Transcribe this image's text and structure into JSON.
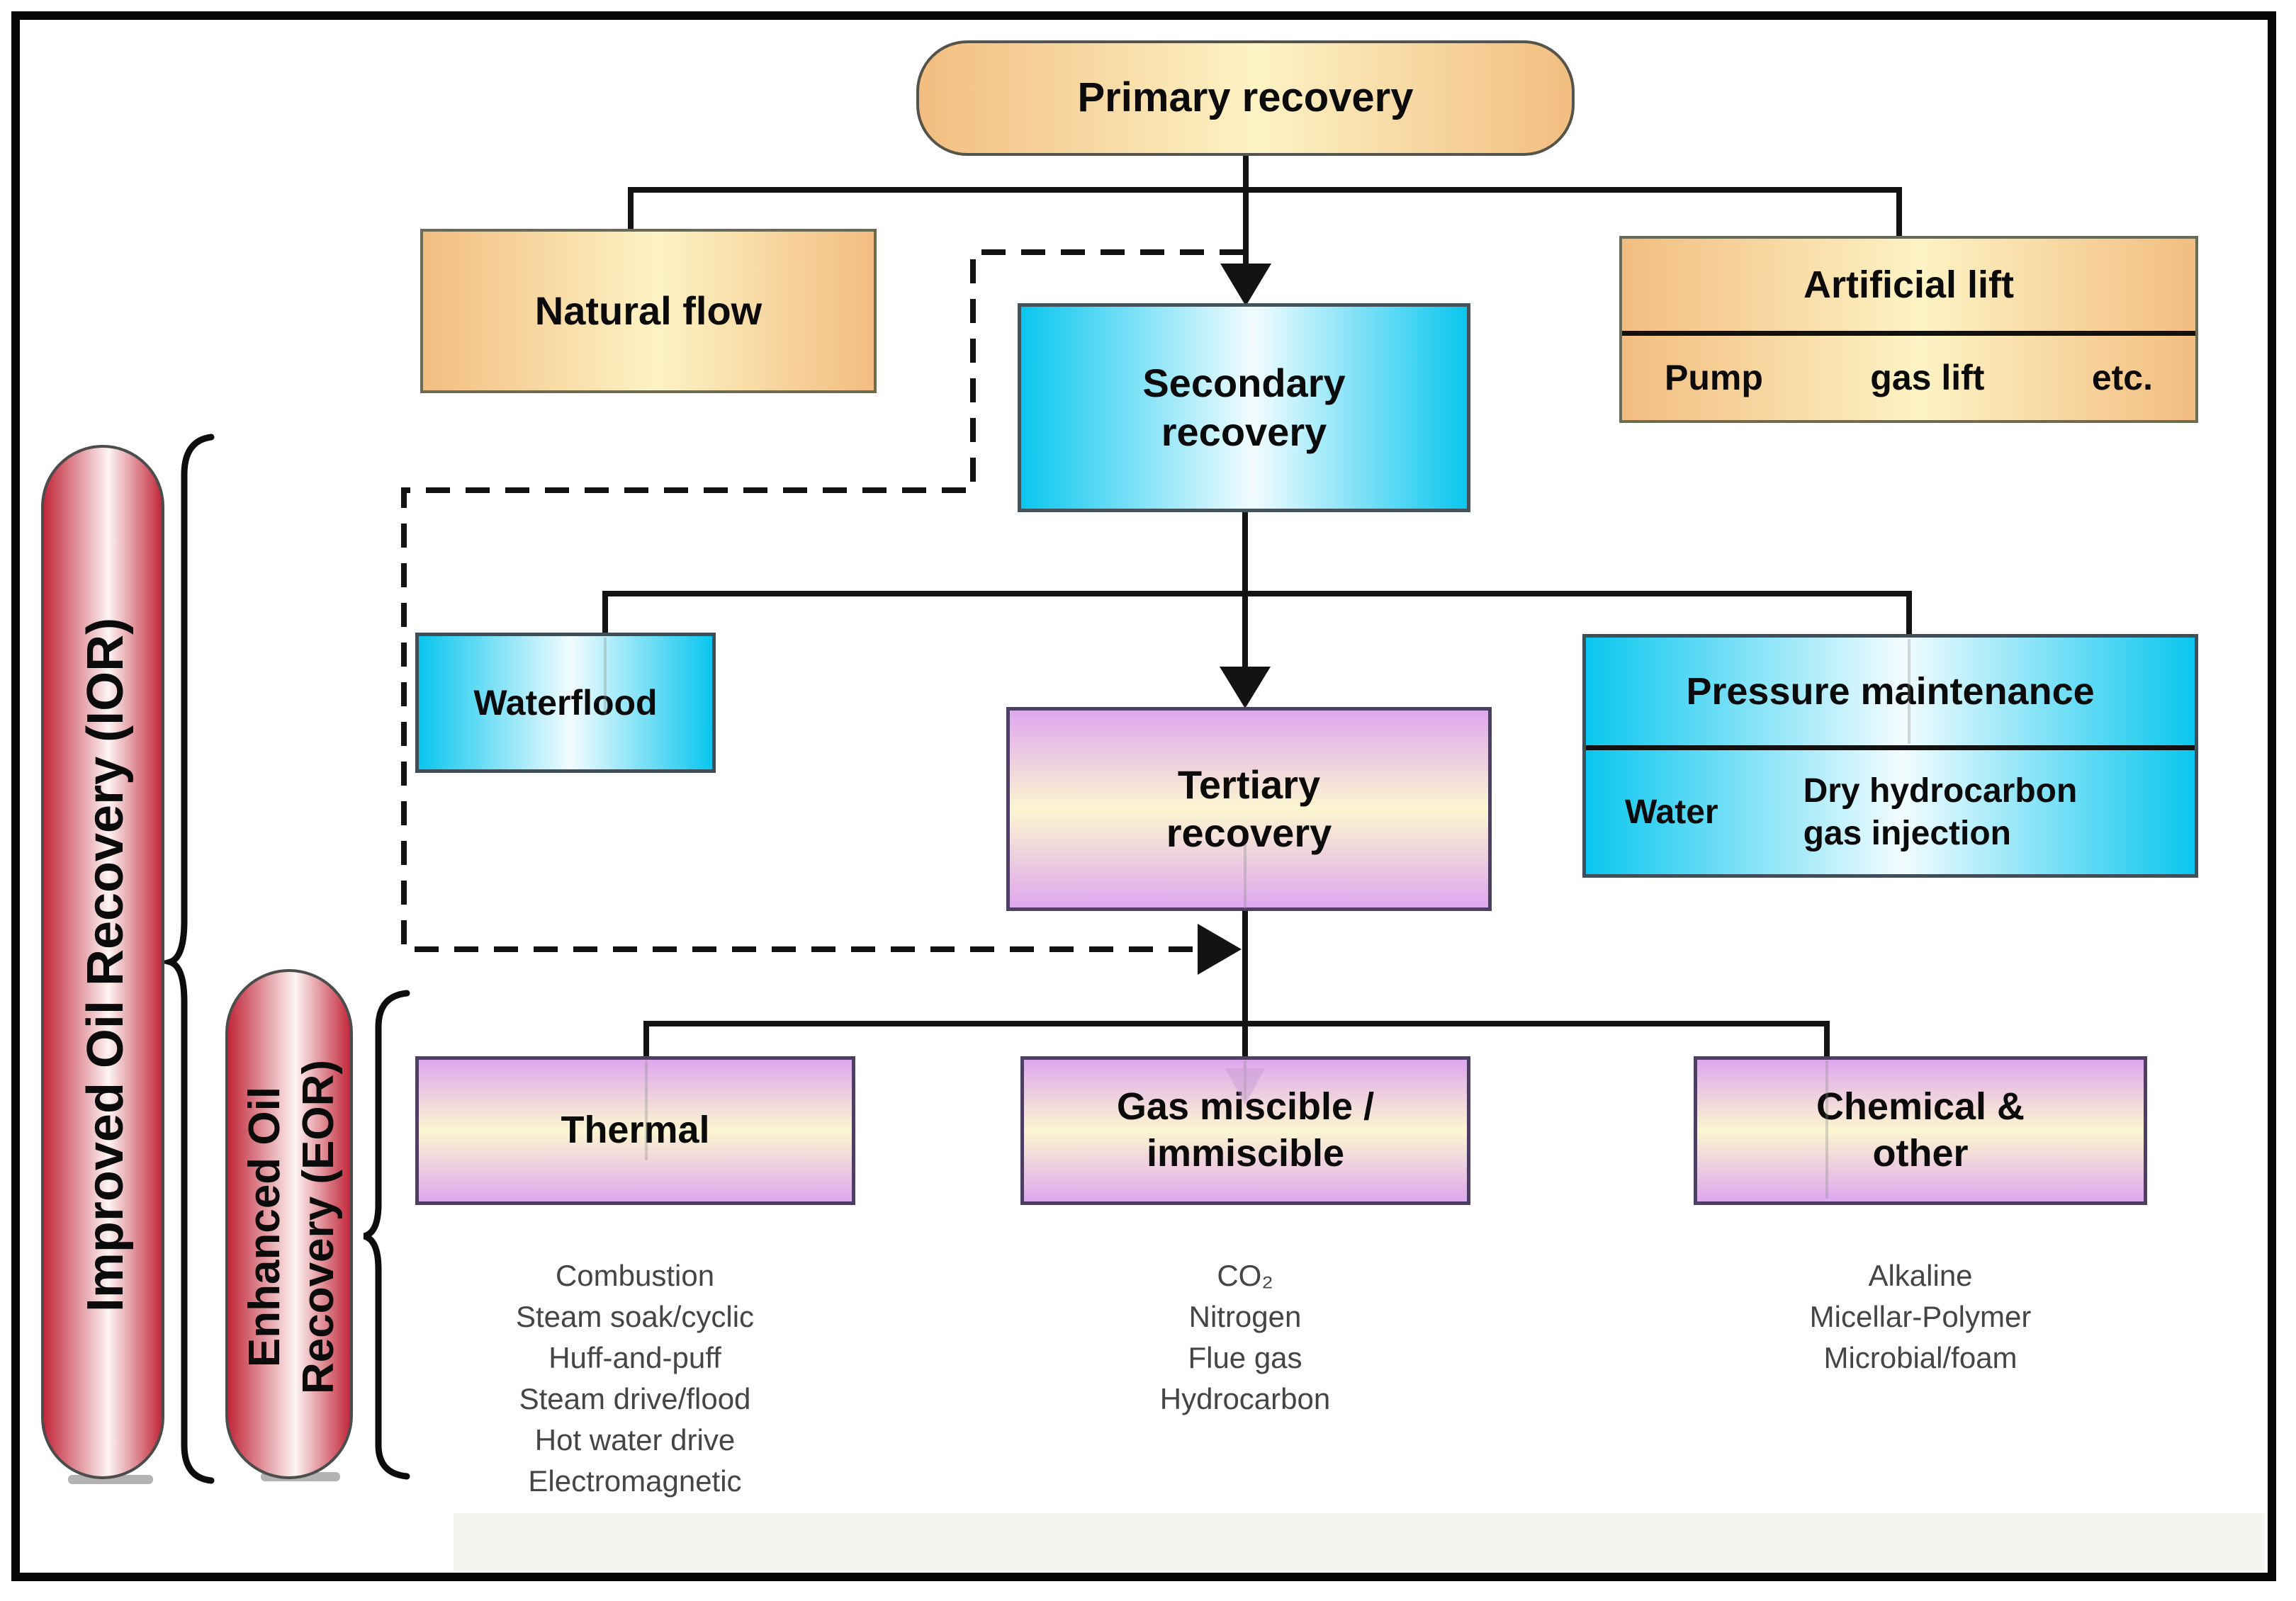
{
  "nodes": {
    "primary": {
      "label": "Primary recovery"
    },
    "natural_flow": {
      "label": "Natural flow"
    },
    "artificial_lift": {
      "label": "Artificial lift",
      "methods": [
        "Pump",
        "gas lift",
        "etc."
      ]
    },
    "secondary": {
      "label": "Secondary\nrecovery"
    },
    "waterflood": {
      "label": "Waterflood"
    },
    "pressure_maintenance": {
      "label": "Pressure maintenance",
      "methods": [
        "Water",
        "Dry hydrocarbon\ngas injection"
      ]
    },
    "tertiary": {
      "label": "Tertiary\nrecovery"
    },
    "thermal": {
      "label": "Thermal",
      "methods": [
        "Combustion",
        "Steam soak/cyclic",
        "Huff-and-puff",
        "Steam drive/flood",
        "Hot water drive",
        "Electromagnetic"
      ]
    },
    "gas_miscible": {
      "label": "Gas miscible /\nimmiscible",
      "methods": [
        "CO₂",
        "Nitrogen",
        "Flue gas",
        "Hydrocarbon"
      ]
    },
    "chemical": {
      "label": "Chemical &\nother",
      "methods": [
        "Alkaline",
        "Micellar-Polymer",
        "Microbial/foam"
      ]
    }
  },
  "side_labels": {
    "ior": {
      "label": "Improved Oil Recovery (IOR)"
    },
    "eor": {
      "label": "Enhanced Oil\nRecovery (EOR)"
    }
  },
  "colors": {
    "orange_edge": "#f2bd80",
    "orange_mid": "#fdf3c4",
    "cyan_edge": "#0ac6ee",
    "cyan_mid": "#f2fcff",
    "purple_edge": "#dfa7ef",
    "purple_mid": "#fcf6d0",
    "red_edge": "#c2283a",
    "red_mid": "#fdf4f4",
    "line": "#131313",
    "list_text": "#454545"
  }
}
